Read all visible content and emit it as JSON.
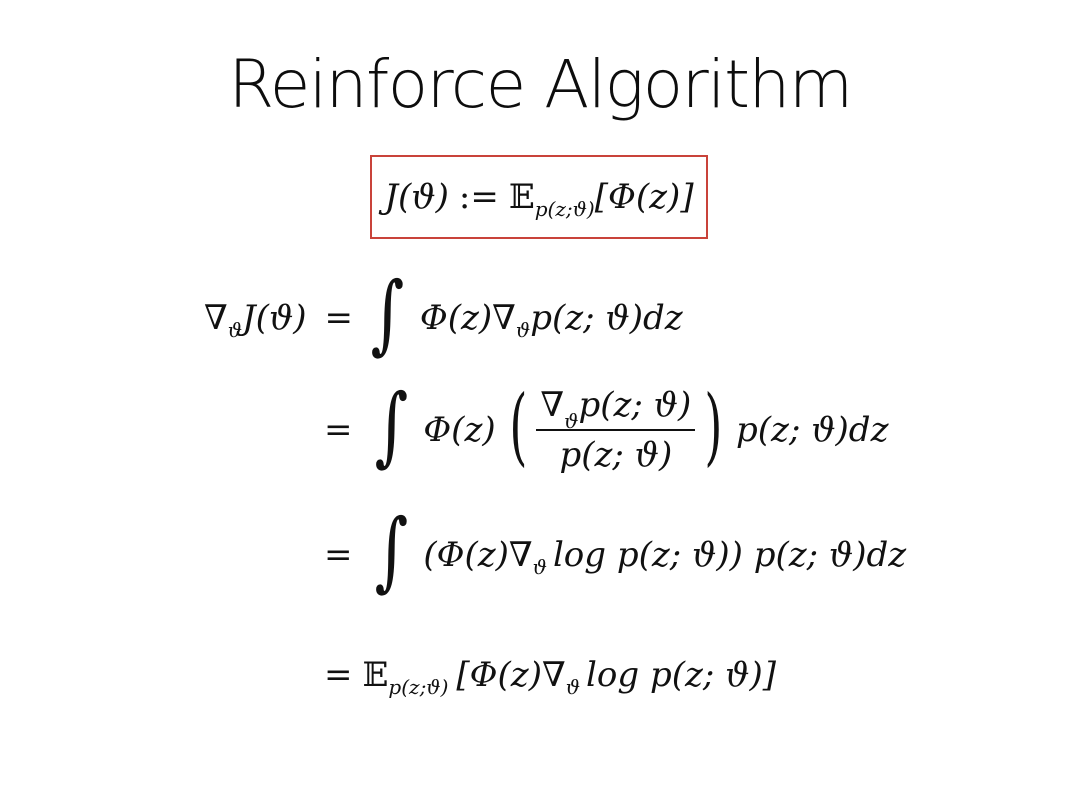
{
  "slide": {
    "title": "Reinforce Algorithm"
  },
  "definition": {
    "lhs": "J(ϑ)",
    "assign": ":=",
    "expect": "𝔼",
    "expect_sub": "p(z;ϑ)",
    "rhs": "[Φ(z)]",
    "box_color": "#c9433a"
  },
  "derivation": {
    "line1": {
      "lhs": "∇",
      "lhs_sub": "ϑ",
      "lhs_rest": "J(ϑ)",
      "eq": "=",
      "integral": "∫",
      "body_a": "Φ(z)∇",
      "body_sub": "ϑ",
      "body_b": "p(z; ϑ)dz"
    },
    "line2": {
      "eq": "=",
      "integral": "∫",
      "body_a": "Φ(z)",
      "lparen": "(",
      "num_a": "∇",
      "num_sub": "ϑ",
      "num_b": "p(z; ϑ)",
      "den": "p(z; ϑ)",
      "rparen": ")",
      "body_b": "p(z; ϑ)dz"
    },
    "line3": {
      "eq": "=",
      "integral": "∫",
      "body_a": "(Φ(z)∇",
      "body_sub": "ϑ",
      "body_b": "log p(z; ϑ)) p(z; ϑ)dz"
    },
    "line4": {
      "eq": "=",
      "expect": "𝔼",
      "expect_sub": "p(z;ϑ)",
      "body_a": "[Φ(z)∇",
      "body_sub": "ϑ",
      "body_b": "log p(z; ϑ)]"
    }
  }
}
